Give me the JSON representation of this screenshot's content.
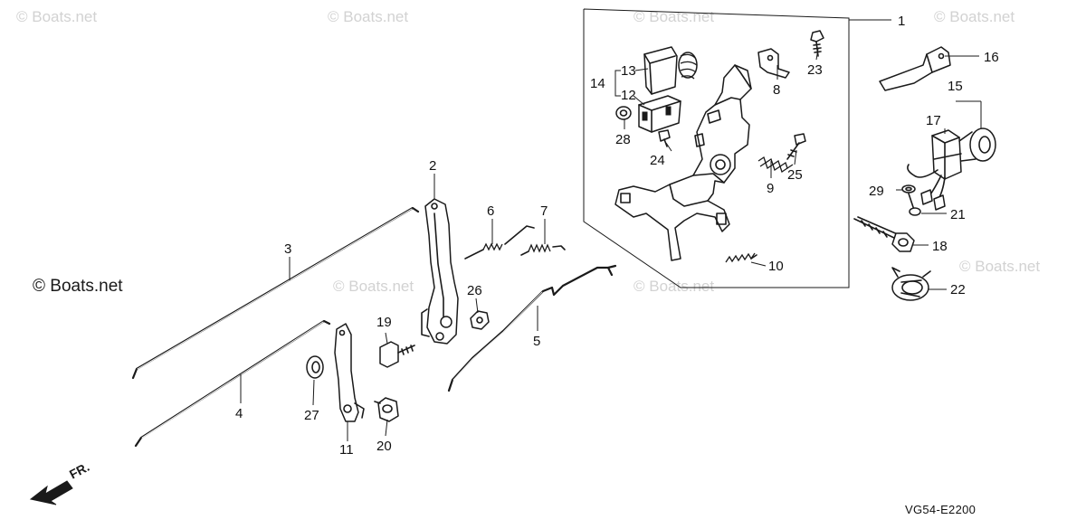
{
  "watermarks": {
    "brand": "© Boats.net",
    "faint": "© Boats.net"
  },
  "diagram_code": "VG54-E2200",
  "front_indicator": "FR.",
  "callouts": {
    "c1": "1",
    "c2": "2",
    "c3": "3",
    "c4": "4",
    "c5": "5",
    "c6": "6",
    "c7": "7",
    "c8": "8",
    "c9": "9",
    "c10": "10",
    "c11": "11",
    "c12": "12",
    "c13": "13",
    "c14": "14",
    "c15": "15",
    "c16": "16",
    "c17": "17",
    "c18": "18",
    "c19": "19",
    "c20": "20",
    "c21": "21",
    "c22": "22",
    "c23": "23",
    "c24": "24",
    "c25": "25",
    "c26": "26",
    "c27": "27",
    "c28": "28",
    "c29": "29"
  },
  "colors": {
    "line": "#1a1a1a",
    "watermark": "#d2d2d2",
    "background": "#ffffff"
  }
}
